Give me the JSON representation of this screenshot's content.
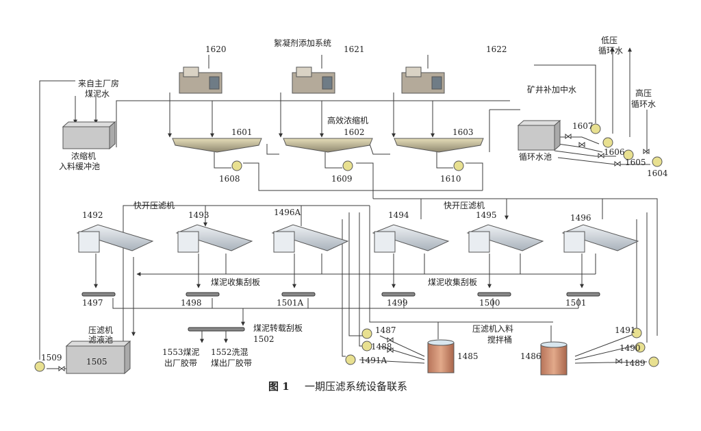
{
  "labels": {
    "flocculant_system": "絮凝剂添加系统",
    "coal_slime_water_line1": "来自主厂房",
    "coal_slime_water_line2": "煤泥水",
    "buffer_tank_line1": "浓缩机",
    "buffer_tank_line2": "入料缓冲池",
    "thickener": "高效浓缩机",
    "mine_water": "矿井补加中水",
    "circulating_tank": "循环水池",
    "low_pressure_line1": "低压",
    "low_pressure_line2": "循环水",
    "high_pressure_line1": "高压",
    "high_pressure_line2": "循环水",
    "filter_press_left": "快开压滤机",
    "filter_press_right": "快开压滤机",
    "scraper_left": "煤泥收集刮板",
    "scraper_right": "煤泥收集刮板",
    "filtrate_tank_line1": "压滤机",
    "filtrate_tank_line2": "滤液池",
    "transfer_scraper": "煤泥转载刮板",
    "belt_1553_line1": "1553煤泥",
    "belt_1553_line2": "出厂胶带",
    "belt_1552_line1": "1552洗混",
    "belt_1552_line2": "煤出厂胶带",
    "mixing_tank_line1": "压滤机入料",
    "mixing_tank_line2": "搅拌桶"
  },
  "numbers": {
    "n1620": "1620",
    "n1621": "1621",
    "n1622": "1622",
    "n1601": "1601",
    "n1602": "1602",
    "n1603": "1603",
    "n1607": "1607",
    "n1606": "1606",
    "n1605": "1605",
    "n1604": "1604",
    "n1608": "1608",
    "n1609": "1609",
    "n1610": "1610",
    "n1492": "1492",
    "n1493": "1493",
    "n1496A": "1496A",
    "n1494": "1494",
    "n1495": "1495",
    "n1496": "1496",
    "n1497": "1497",
    "n1498": "1498",
    "n1501A": "1501A",
    "n1499": "1499",
    "n1500": "1500",
    "n1501": "1501",
    "n1502": "1502",
    "n1509": "1509",
    "n1505": "1505",
    "n1487": "1487",
    "n1488": "1488",
    "n1491A": "1491A",
    "n1485": "1485",
    "n1486": "1486",
    "n1491": "1491",
    "n1490": "1490",
    "n1489": "1489"
  },
  "caption": {
    "prefix": "图 1",
    "title": "一期压滤系统设备联系"
  },
  "colors": {
    "pump": "#e8e090",
    "tank_copper": "#c88a68",
    "thickener": "#cfc6a0",
    "press_body": "#dfe4ea"
  }
}
